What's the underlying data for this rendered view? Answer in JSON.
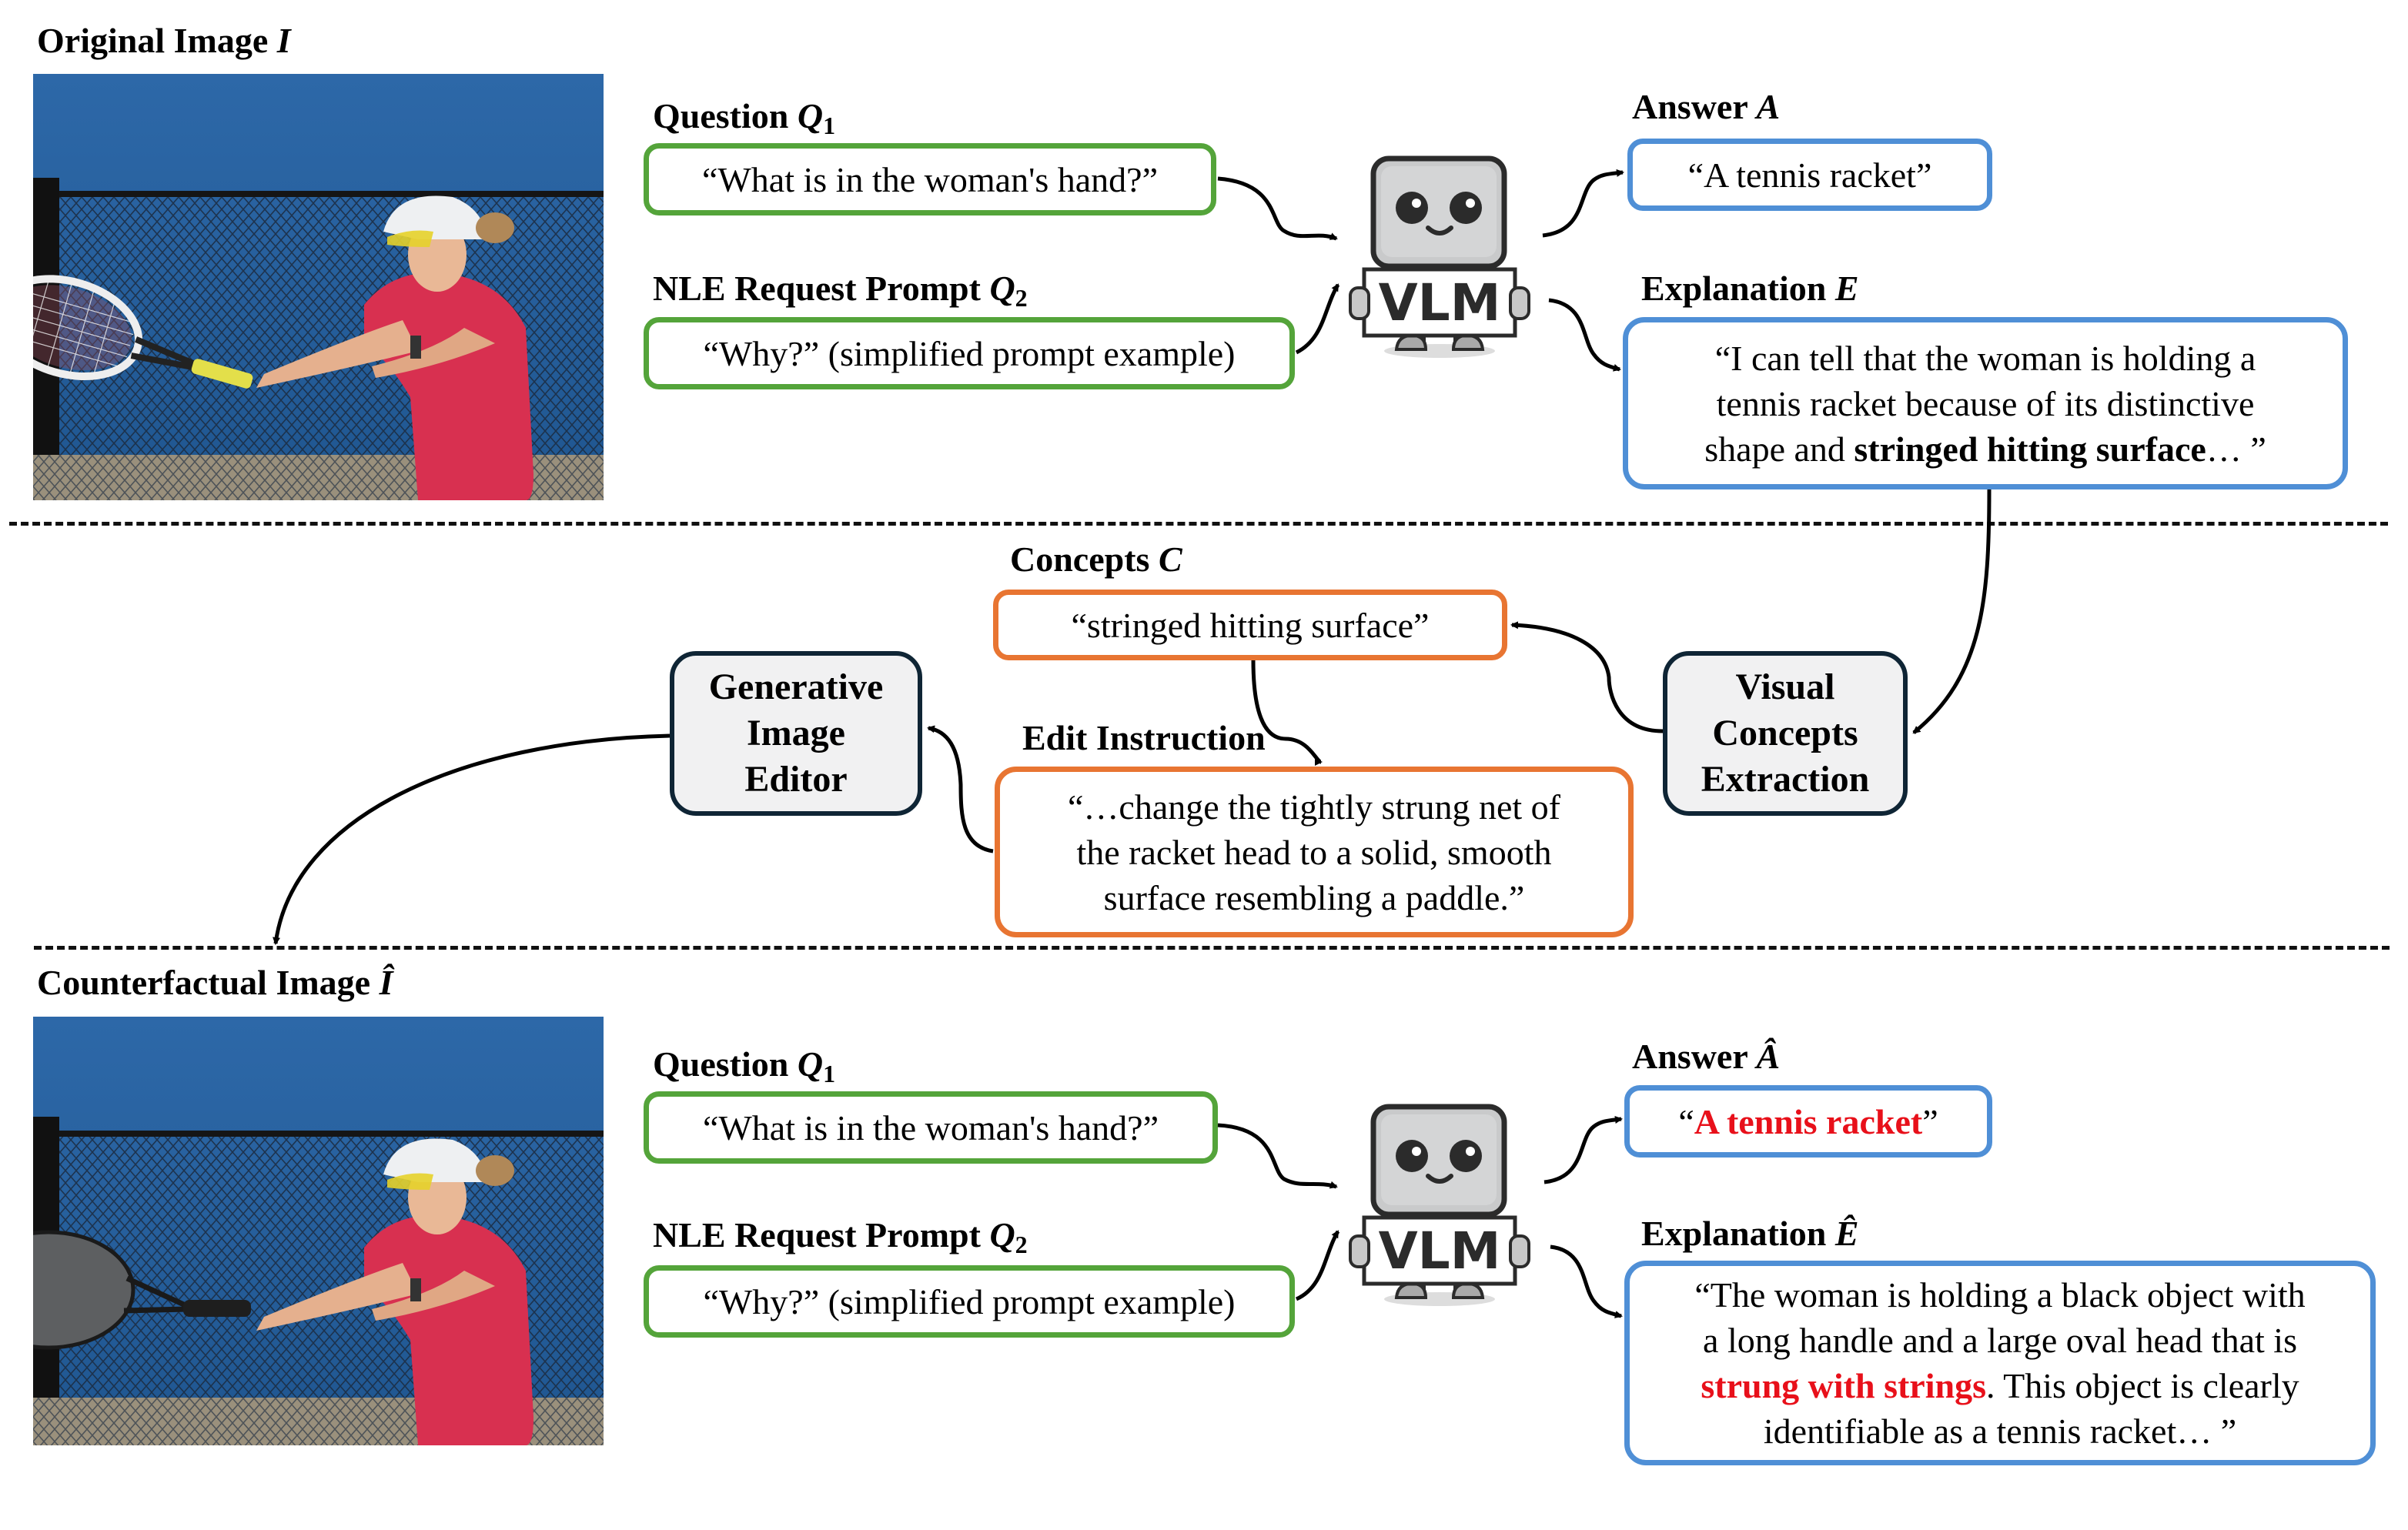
{
  "top": {
    "image_label": "Original Image",
    "image_label_symbol": "I",
    "question_label": "Question",
    "question_symbol": "Q",
    "question_sub": "1",
    "question_text": "“What is in the woman's hand?”",
    "prompt_label": "NLE Request Prompt",
    "prompt_symbol": "Q",
    "prompt_sub": "2",
    "prompt_text": "“Why?” (simplified prompt example)",
    "model_label": "VLM",
    "answer_label": "Answer",
    "answer_symbol": "A",
    "answer_text": "“A tennis racket”",
    "explanation_label": "Explanation",
    "explanation_symbol": "E",
    "explanation_text_lines": [
      "“I can tell that the woman is holding a",
      "tennis racket because of its distinctive"
    ],
    "explanation_line3_prefix": "shape and ",
    "explanation_line3_bold": "stringed hitting surface",
    "explanation_line3_suffix": "… ”"
  },
  "middle": {
    "concepts_label": "Concepts",
    "concepts_symbol": "C",
    "concepts_text": "“stringed hitting surface”",
    "edit_label": "Edit Instruction",
    "edit_text_lines": [
      "“…change the tightly strung net of",
      "the racket head to a solid, smooth",
      "surface resembling a paddle.”"
    ],
    "editor_lines": [
      "Generative",
      "Image",
      "Editor"
    ],
    "extractor_lines": [
      "Visual",
      "Concepts",
      "Extraction"
    ]
  },
  "bottom": {
    "image_label": "Counterfactual Image",
    "image_label_symbol": "Î",
    "question_label": "Question",
    "question_symbol": "Q",
    "question_sub": "1",
    "question_text": "“What is in the woman's hand?”",
    "prompt_label": "NLE Request Prompt",
    "prompt_symbol": "Q",
    "prompt_sub": "2",
    "prompt_text": "“Why?” (simplified prompt example)",
    "model_label": "VLM",
    "answer_label": "Answer",
    "answer_symbol": "Â",
    "answer_open_quote": "“",
    "answer_highlight": "A tennis racket",
    "answer_close_quote": "”",
    "explanation_label": "Explanation",
    "explanation_symbol": "Ê",
    "explanation_text_lines": [
      "“The woman is holding a black object with",
      "a long handle and a large oval head that is"
    ],
    "explanation_line3_highlight": "strung with strings",
    "explanation_line3_suffix": ". This object is clearly",
    "explanation_line4": "identifiable as a tennis racket… ”"
  },
  "colors": {
    "question_border": "#54a43a",
    "answer_border": "#4f8fd6",
    "concept_border": "#e87532",
    "process_border": "#0f2535",
    "process_fill": "#f1f1f2",
    "highlight_red": "#e8101a"
  }
}
